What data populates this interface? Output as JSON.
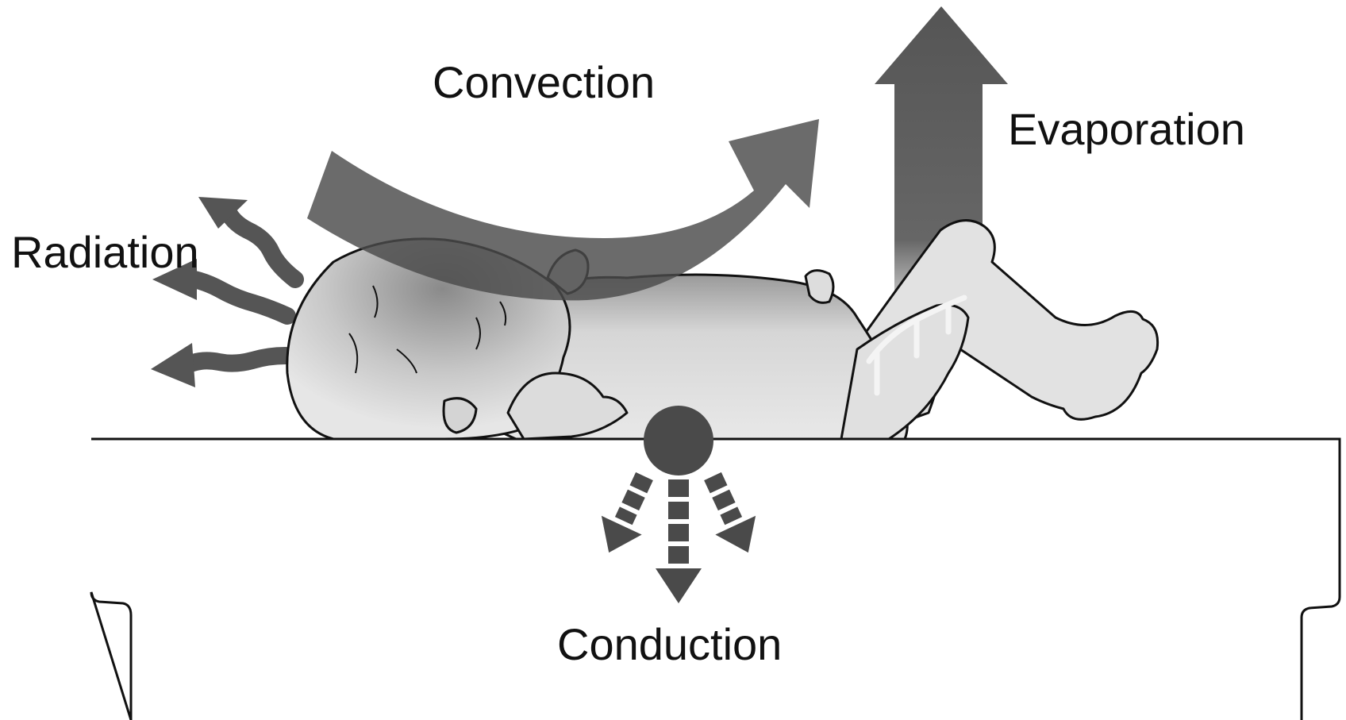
{
  "labels": {
    "convection": "Convection",
    "evaporation": "Evaporation",
    "radiation": "Radiation",
    "conduction": "Conduction"
  },
  "colors": {
    "arrow": "#4a4a4a",
    "skin": "#e3e3e3",
    "outline": "#111111",
    "table_fill": "#ffffff"
  }
}
